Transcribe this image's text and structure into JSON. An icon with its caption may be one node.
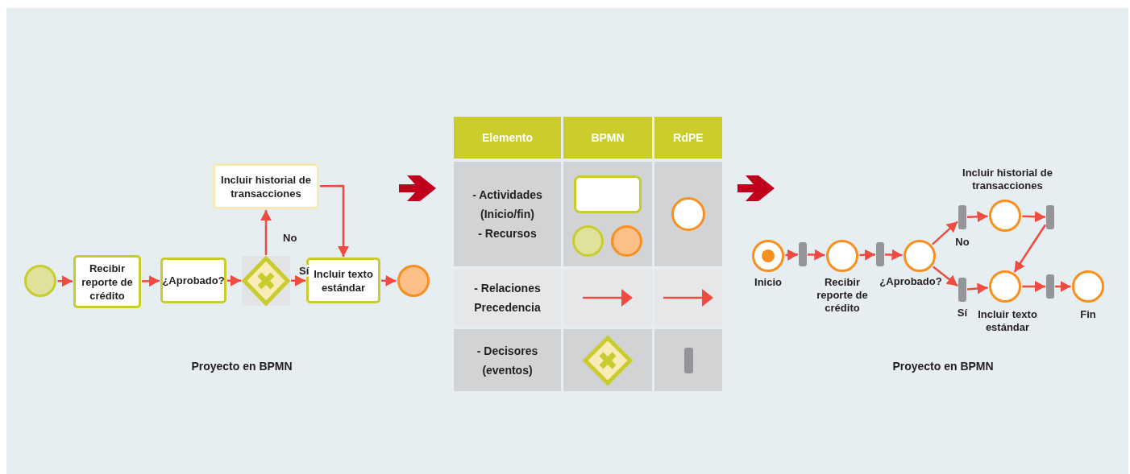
{
  "diagram": {
    "nodes": [
      {
        "text": [],
        "shape": "circle"
      },
      {
        "text": [
          "Recibir reporte de crédito"
        ]
      },
      {
        "text": [
          "¿Aprobado?"
        ]
      },
      {
        "text": [],
        "shape": "diamond"
      },
      {
        "text": [
          "Incluir historial de transacciones"
        ]
      },
      {
        "text": [
          "Incluir texto estándar"
        ]
      },
      {
        "text": [],
        "shape": "circle"
      },
      {
        "text": [
          "Inicio"
        ]
      },
      {
        "text": [],
        "shape": "bar"
      },
      {
        "text": [
          "Recibir reporte de crédito"
        ]
      },
      {
        "text": [],
        "shape": "bar"
      },
      {
        "text": [
          "¿Aprobado?"
        ]
      },
      {
        "text": [],
        "shape": "bar",
        "beside": [
          "No"
        ]
      },
      {
        "text": [
          "Incluir historial de transacciones"
        ]
      },
      {
        "text": [],
        "shape": "bar"
      },
      {
        "text": [],
        "shape": "bar",
        "beside": [
          "Sí"
        ]
      },
      {
        "text": [
          "Incluir texto estándar"
        ]
      },
      {
        "text": [],
        "shape": "bar"
      },
      {
        "text": [
          "Fin"
        ]
      }
    ],
    "edges": [
      {
        "from": 0,
        "to": 1,
        "arrow": "to"
      },
      {
        "from": 1,
        "to": 2,
        "arrow": "to"
      },
      {
        "from": 2,
        "to": 3,
        "arrow": "to"
      },
      {
        "from": 3,
        "to": 4,
        "label": "No",
        "arrow": "to"
      },
      {
        "from": 3,
        "to": 5,
        "label": "Sí",
        "arrow": "to"
      },
      {
        "from": 4,
        "to": 5,
        "arrow": "to"
      },
      {
        "from": 5,
        "to": 6,
        "arrow": "to"
      },
      {
        "from": 7,
        "to": 8,
        "arrow": "to"
      },
      {
        "from": 8,
        "to": 9,
        "arrow": "to"
      },
      {
        "from": 9,
        "to": 10,
        "arrow": "to"
      },
      {
        "from": 10,
        "to": 11,
        "arrow": "to"
      },
      {
        "from": 11,
        "to": 12,
        "arrow": "to"
      },
      {
        "from": 12,
        "to": 13,
        "arrow": "to"
      },
      {
        "from": 13,
        "to": 14,
        "arrow": "to"
      },
      {
        "from": 14,
        "to": 16,
        "arrow": "to"
      },
      {
        "from": 11,
        "to": 15,
        "arrow": "to"
      },
      {
        "from": 15,
        "to": 16,
        "arrow": "to"
      },
      {
        "from": 16,
        "to": 17,
        "arrow": "to"
      },
      {
        "from": 17,
        "to": 18,
        "arrow": "to"
      }
    ],
    "labels": [
      "Elemento",
      "BPMN",
      "RdPE",
      "- Actividades (Inicio/fin)",
      "- Recursos",
      "- Relaciones Precedencia",
      "- Decisores (eventos)",
      "Proyecto en BPMN",
      "Proyecto en BPMN"
    ]
  }
}
